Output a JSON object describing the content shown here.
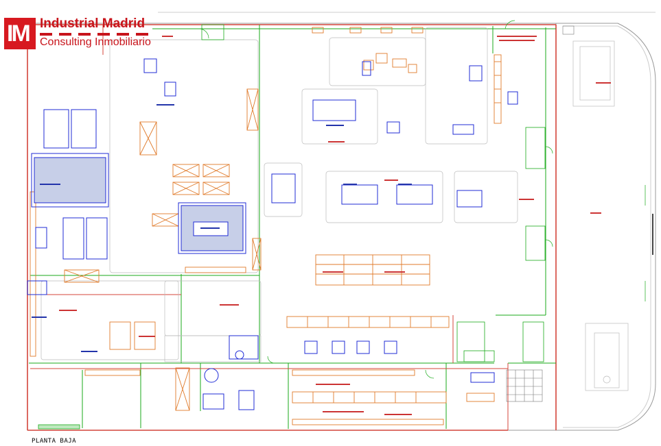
{
  "logo": {
    "initials": "IM",
    "name": "Industrial Madrid",
    "tagline": "Consulting Inmobiliario"
  },
  "floor_label": "PLANTA BAJA",
  "colors": {
    "wall": "#d4443a",
    "dimension": "#1aaa1a",
    "furniture": "#e07a2a",
    "equipment": "#1f2bd6",
    "outline": "#bbbbbb",
    "brand": "#c8141b"
  }
}
